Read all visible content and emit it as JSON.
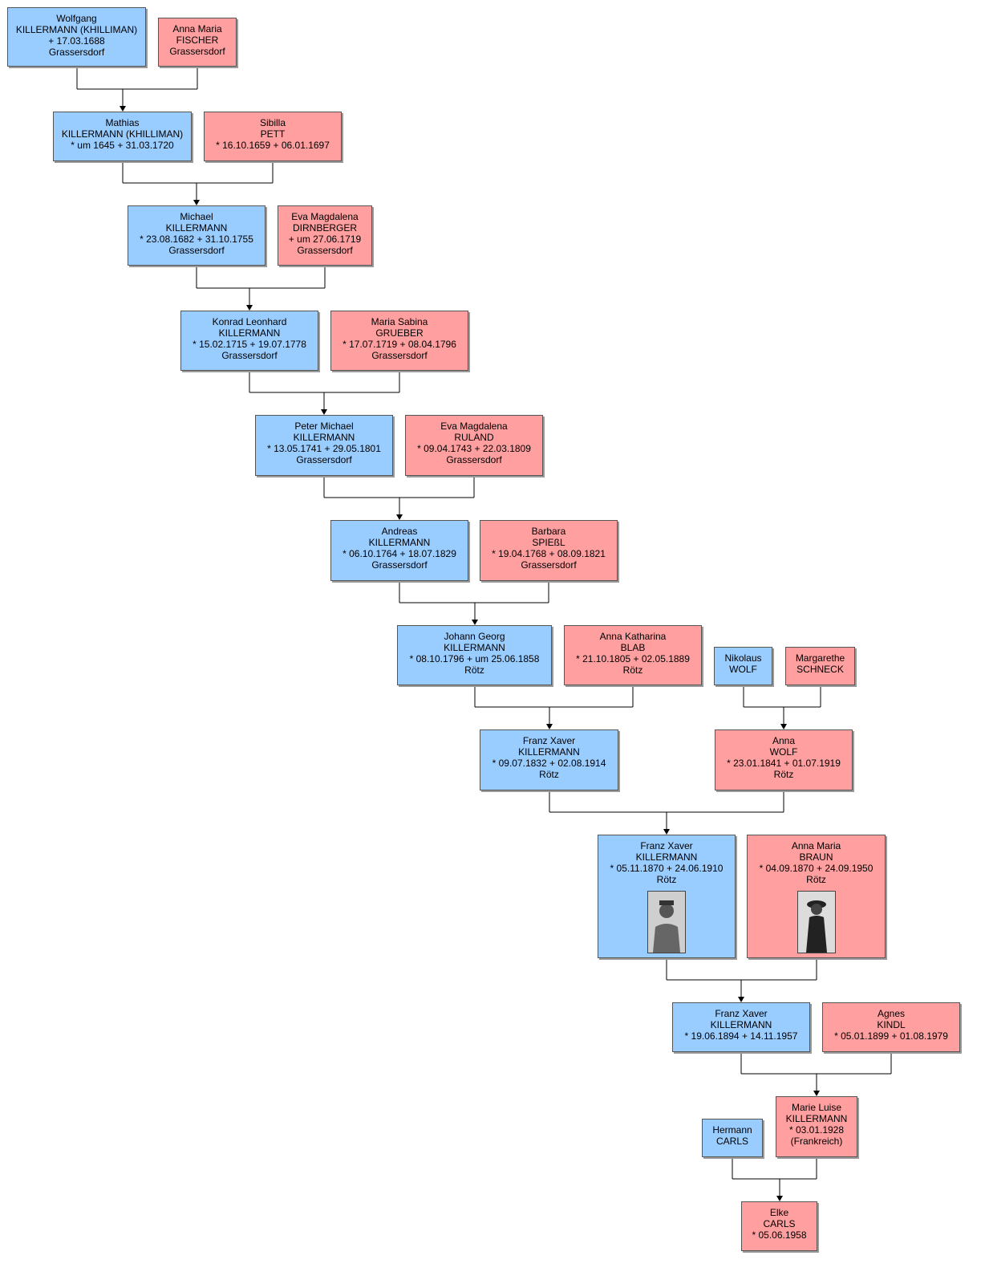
{
  "colors": {
    "male": "#99ccff",
    "female": "#ff9f9f",
    "line": "#000000"
  },
  "persons": [
    {
      "id": "wolfgang",
      "name": "person-wolfgang-killermann",
      "gender": "male",
      "lines": [
        "Wolfgang",
        "KILLERMANN (KHILLIMAN)",
        "+ 17.03.1688",
        "Grassersdorf"
      ]
    },
    {
      "id": "annamaria_f",
      "name": "person-anna-maria-fischer",
      "gender": "female",
      "lines": [
        "Anna Maria",
        "FISCHER",
        "Grassersdorf"
      ]
    },
    {
      "id": "mathias",
      "name": "person-mathias-killermann",
      "gender": "male",
      "lines": [
        "Mathias",
        "KILLERMANN (KHILLIMAN)",
        "* um 1645  + 31.03.1720"
      ]
    },
    {
      "id": "sibilla",
      "name": "person-sibilla-pett",
      "gender": "female",
      "lines": [
        "Sibilla",
        "PETT",
        "* 16.10.1659  + 06.01.1697"
      ]
    },
    {
      "id": "michael",
      "name": "person-michael-killermann",
      "gender": "male",
      "lines": [
        "Michael",
        "KILLERMANN",
        "* 23.08.1682  + 31.10.1755",
        "Grassersdorf"
      ]
    },
    {
      "id": "evamag_d",
      "name": "person-eva-magdalena-dirnberger",
      "gender": "female",
      "lines": [
        "Eva Magdalena",
        "DIRNBERGER",
        "+ um 27.06.1719",
        "Grassersdorf"
      ]
    },
    {
      "id": "konrad",
      "name": "person-konrad-leonhard-killermann",
      "gender": "male",
      "lines": [
        "Konrad Leonhard",
        "KILLERMANN",
        "* 15.02.1715  + 19.07.1778",
        "Grassersdorf"
      ]
    },
    {
      "id": "mariasab",
      "name": "person-maria-sabina-grueber",
      "gender": "female",
      "lines": [
        "Maria Sabina",
        "GRUEBER",
        "* 17.07.1719  + 08.04.1796",
        "Grassersdorf"
      ]
    },
    {
      "id": "peter",
      "name": "person-peter-michael-killermann",
      "gender": "male",
      "lines": [
        "Peter Michael",
        "KILLERMANN",
        "* 13.05.1741  + 29.05.1801",
        "Grassersdorf"
      ]
    },
    {
      "id": "evamag_r",
      "name": "person-eva-magdalena-ruland",
      "gender": "female",
      "lines": [
        "Eva Magdalena",
        "RULAND",
        "* 09.04.1743  + 22.03.1809",
        "Grassersdorf"
      ]
    },
    {
      "id": "andreas",
      "name": "person-andreas-killermann",
      "gender": "male",
      "lines": [
        "Andreas",
        "KILLERMANN",
        "* 06.10.1764  + 18.07.1829",
        "Grassersdorf"
      ]
    },
    {
      "id": "barbara",
      "name": "person-barbara-spiessl",
      "gender": "female",
      "lines": [
        "Barbara",
        "SPIEßL",
        "* 19.04.1768  + 08.09.1821",
        "Grassersdorf"
      ]
    },
    {
      "id": "johann",
      "name": "person-johann-georg-killermann",
      "gender": "male",
      "lines": [
        "Johann Georg",
        "KILLERMANN",
        "* 08.10.1796  + um 25.06.1858",
        "Rötz"
      ]
    },
    {
      "id": "annakath",
      "name": "person-anna-katharina-blab",
      "gender": "female",
      "lines": [
        "Anna Katharina",
        "BLAB",
        "* 21.10.1805  + 02.05.1889",
        "Rötz"
      ]
    },
    {
      "id": "nikolaus",
      "name": "person-nikolaus-wolf",
      "gender": "male",
      "lines": [
        "Nikolaus",
        "WOLF"
      ]
    },
    {
      "id": "margarethe",
      "name": "person-margarethe-schneck",
      "gender": "female",
      "lines": [
        "Margarethe",
        "SCHNECK"
      ]
    },
    {
      "id": "franz1",
      "name": "person-franz-xaver-killermann-1832",
      "gender": "male",
      "lines": [
        "Franz Xaver",
        "KILLERMANN",
        "* 09.07.1832  + 02.08.1914",
        "Rötz"
      ]
    },
    {
      "id": "anna_w",
      "name": "person-anna-wolf",
      "gender": "female",
      "lines": [
        "Anna",
        "WOLF",
        "* 23.01.1841  + 01.07.1919",
        "Rötz"
      ]
    },
    {
      "id": "franz2",
      "name": "person-franz-xaver-killermann-1870",
      "gender": "male",
      "lines": [
        "Franz Xaver",
        "KILLERMANN",
        "* 05.11.1870  + 24.06.1910",
        "Rötz"
      ],
      "photo": true
    },
    {
      "id": "annamaria_b",
      "name": "person-anna-maria-braun",
      "gender": "female",
      "lines": [
        "Anna Maria",
        "BRAUN",
        "* 04.09.1870  + 24.09.1950",
        "Rötz"
      ],
      "photo": true
    },
    {
      "id": "franz3",
      "name": "person-franz-xaver-killermann-1894",
      "gender": "male",
      "lines": [
        "Franz Xaver",
        "KILLERMANN",
        "* 19.06.1894  + 14.11.1957"
      ]
    },
    {
      "id": "agnes",
      "name": "person-agnes-kindl",
      "gender": "female",
      "lines": [
        "Agnes",
        "KINDL",
        "* 05.01.1899  + 01.08.1979"
      ]
    },
    {
      "id": "hermann",
      "name": "person-hermann-carls",
      "gender": "male",
      "lines": [
        "Hermann",
        "CARLS"
      ]
    },
    {
      "id": "marieluise",
      "name": "person-marie-luise-killermann",
      "gender": "female",
      "lines": [
        "Marie Luise",
        "KILLERMANN",
        "* 03.01.1928",
        "(Frankreich)"
      ]
    },
    {
      "id": "elke",
      "name": "person-elke-carls",
      "gender": "female",
      "lines": [
        "Elke",
        "CARLS",
        "* 05.06.1958"
      ]
    }
  ],
  "families": [
    {
      "parents": [
        "wolfgang",
        "annamaria_f"
      ],
      "child": "mathias"
    },
    {
      "parents": [
        "mathias",
        "sibilla"
      ],
      "child": "michael"
    },
    {
      "parents": [
        "michael",
        "evamag_d"
      ],
      "child": "konrad"
    },
    {
      "parents": [
        "konrad",
        "mariasab"
      ],
      "child": "peter"
    },
    {
      "parents": [
        "peter",
        "evamag_r"
      ],
      "child": "andreas"
    },
    {
      "parents": [
        "andreas",
        "barbara"
      ],
      "child": "johann"
    },
    {
      "parents": [
        "johann",
        "annakath"
      ],
      "child": "franz1"
    },
    {
      "parents": [
        "nikolaus",
        "margarethe"
      ],
      "child": "anna_w"
    },
    {
      "parents": [
        "franz1",
        "anna_w"
      ],
      "child": "franz2"
    },
    {
      "parents": [
        "franz2",
        "annamaria_b"
      ],
      "child": "franz3"
    },
    {
      "parents": [
        "franz3",
        "agnes"
      ],
      "child": "marieluise"
    },
    {
      "parents": [
        "hermann",
        "marieluise"
      ],
      "child": "elke"
    }
  ]
}
